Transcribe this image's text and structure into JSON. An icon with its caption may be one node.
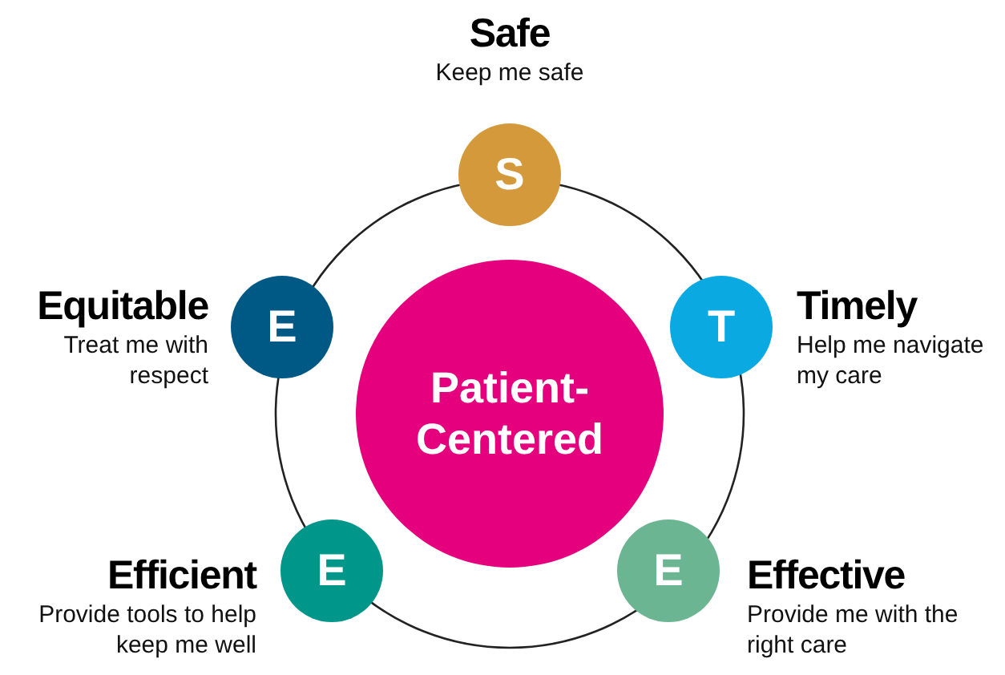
{
  "diagram": {
    "nodes": [
      {
        "text": [
          "Patient-Centered"
        ]
      },
      {
        "text": [
          "S"
        ],
        "beside": [
          "Safe",
          "Keep me safe"
        ]
      },
      {
        "text": [
          "T"
        ],
        "beside": [
          "Timely",
          "Help me navigate my care"
        ]
      },
      {
        "text": [
          "E"
        ],
        "beside": [
          "Equitable",
          "Treat me with respect"
        ]
      },
      {
        "text": [
          "E"
        ],
        "beside": [
          "Efficient",
          "Provide tools to help keep me well"
        ]
      },
      {
        "text": [
          "E"
        ],
        "beside": [
          "Effective",
          "Provide me with the right care"
        ]
      }
    ]
  }
}
